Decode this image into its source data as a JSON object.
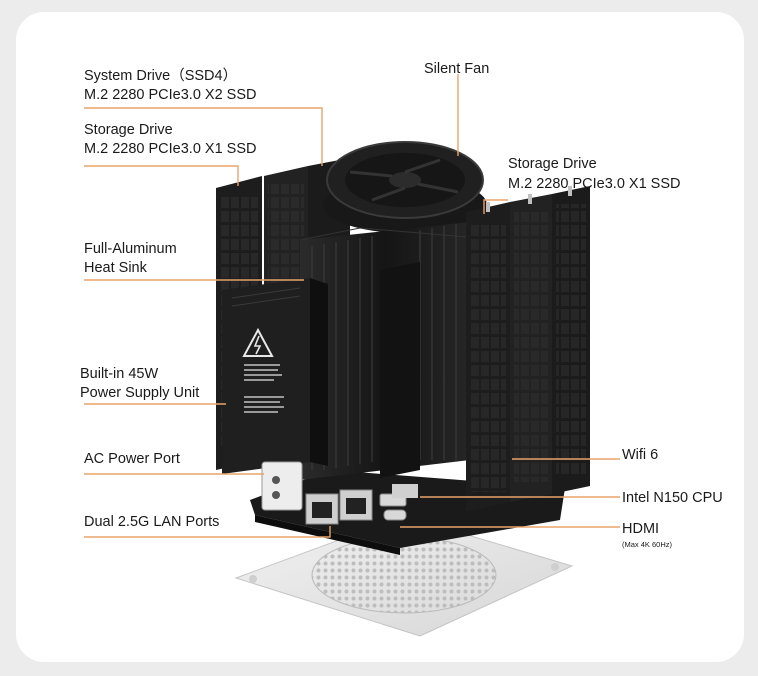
{
  "callouts": {
    "system_drive": {
      "line1": "System Drive（SSD4）",
      "line2": "M.2 2280 PCIe3.0 X2 SSD"
    },
    "storage_drive_left": {
      "line1": "Storage Drive",
      "line2": "M.2 2280 PCIe3.0 X1 SSD"
    },
    "silent_fan": {
      "line1": "Silent Fan"
    },
    "storage_drive_right": {
      "line1": "Storage Drive",
      "line2": "M.2 2280 PCIe3.0 X1 SSD"
    },
    "heat_sink": {
      "line1": "Full-Aluminum",
      "line2": "Heat Sink"
    },
    "psu": {
      "line1": "Built-in 45W",
      "line2": "Power Supply Unit"
    },
    "ac_port": {
      "line1": "AC Power Port"
    },
    "lan_ports": {
      "line1": "Dual 2.5G LAN Ports"
    },
    "wifi": {
      "line1": "Wifi 6"
    },
    "cpu": {
      "line1": "Intel N150 CPU"
    },
    "hdmi": {
      "line1": "HDMI",
      "note": "(Max 4K 60Hz)"
    }
  },
  "colors": {
    "leader_line": "#e8a46b",
    "card_bg": "#ffffff",
    "page_bg": "#ececec",
    "device_dark": "#1c1c1c",
    "warning_sign": "#e8e8e8"
  },
  "icons": {
    "warning": "high-voltage-warning-icon"
  }
}
